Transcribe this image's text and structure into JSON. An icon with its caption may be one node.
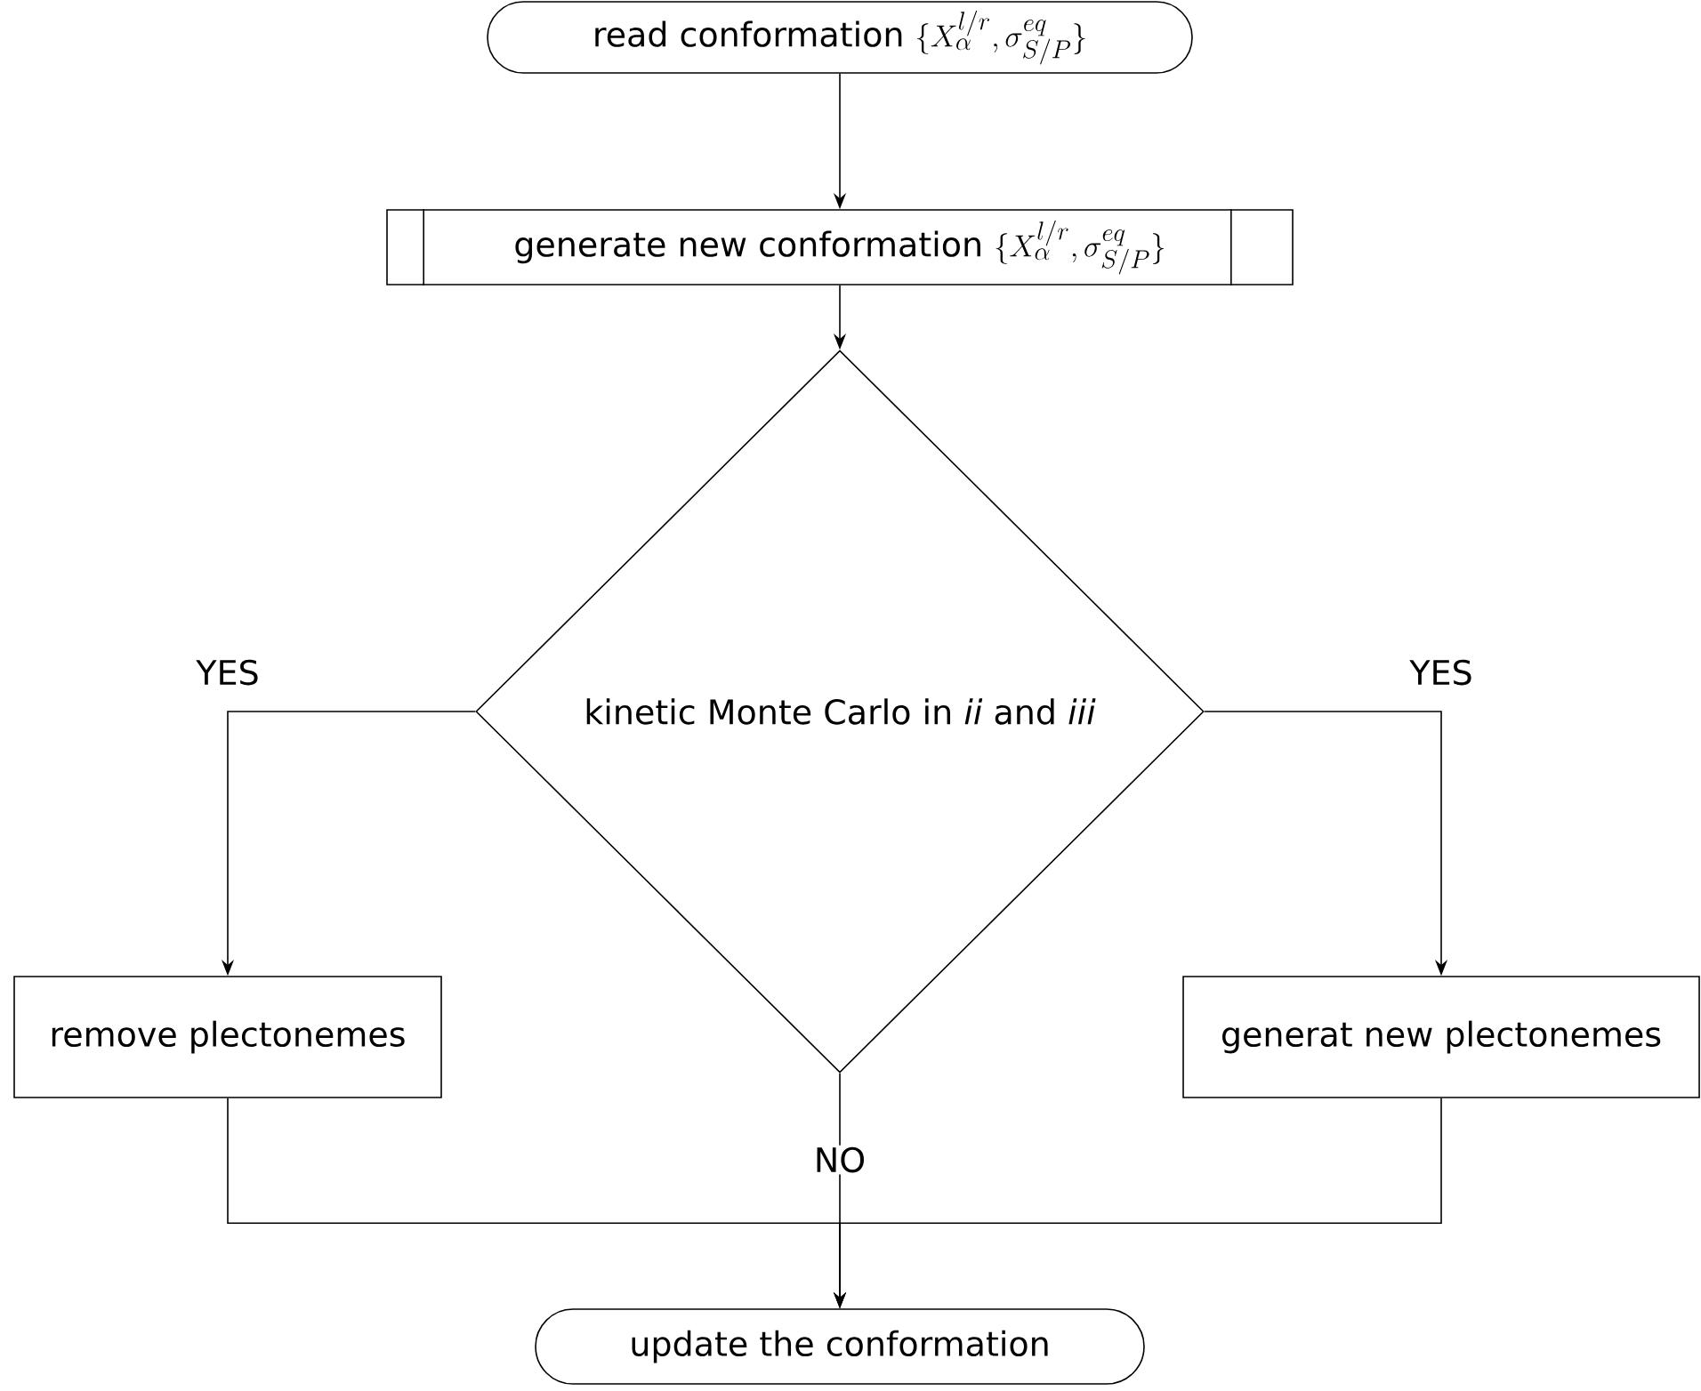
{
  "diagram": {
    "nodes": [
      {
        "text": [
          "read conformation",
          "\\{X_\\alpha^{l/r},\\sigma^{eq}_{S/P}\\}"
        ]
      },
      {
        "text": [
          "generate new conformation",
          "\\{X_\\alpha^{l/r},\\sigma^{eq}_{S/P}\\}"
        ]
      },
      {
        "text": [
          "kinetic Monte Carlo in *ii* and *iii*"
        ]
      },
      {
        "text": [
          "remove plectonemes"
        ]
      },
      {
        "text": [
          "generat new plectonemes"
        ]
      },
      {
        "text": [
          "update the conformation"
        ]
      }
    ],
    "edges": [
      {
        "from": 0,
        "to": 1,
        "arrow": "to"
      },
      {
        "from": 1,
        "to": 2,
        "arrow": "to"
      },
      {
        "from": 2,
        "to": 3,
        "arrow": "to",
        "label": "YES"
      },
      {
        "from": 2,
        "to": 4,
        "arrow": "to",
        "label": "YES"
      },
      {
        "from": 2,
        "to": 5,
        "arrow": "to",
        "label": "NO"
      },
      {
        "from": 3,
        "to": 5,
        "arrow": "to"
      },
      {
        "from": 4,
        "to": 5,
        "arrow": "to"
      }
    ]
  }
}
